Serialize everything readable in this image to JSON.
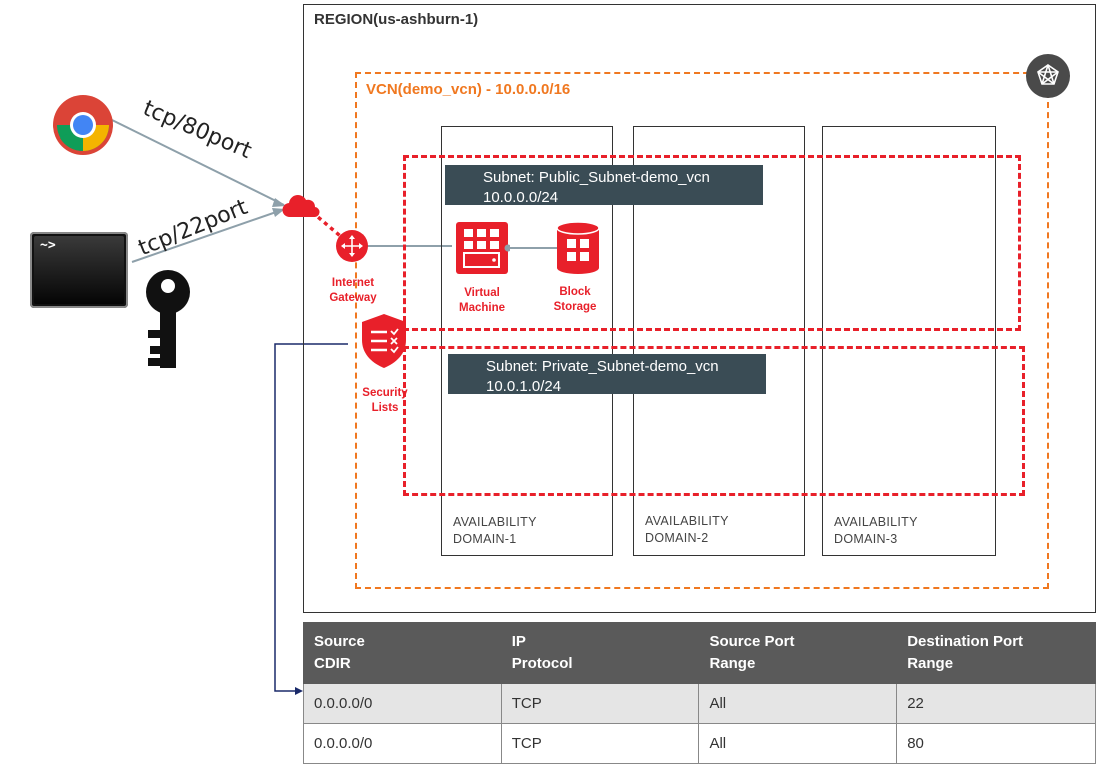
{
  "region": {
    "title": "REGION(us-ashburn-1)"
  },
  "vcn": {
    "title": "VCN(demo_vcn) - 10.0.0.0/16"
  },
  "availability_domains": [
    {
      "line1": "AVAILABILITY",
      "line2": "DOMAIN-1"
    },
    {
      "line1": "AVAILABILITY",
      "line2": "DOMAIN-2"
    },
    {
      "line1": "AVAILABILITY",
      "line2": "DOMAIN-3"
    }
  ],
  "subnets": {
    "public": {
      "name": "Subnet: Public_Subnet-demo_vcn",
      "cidr": "10.0.0.0/24"
    },
    "private": {
      "name": "Subnet: Private_Subnet-demo_vcn",
      "cidr": "10.0.1.0/24"
    }
  },
  "edges": {
    "http": "tcp/80port",
    "ssh": "tcp/22port"
  },
  "components": {
    "internet_gateway": {
      "line1": "Internet",
      "line2": "Gateway"
    },
    "virtual_machine": {
      "line1": "Virtual",
      "line2": "Machine"
    },
    "block_storage": {
      "line1": "Block",
      "line2": "Storage"
    },
    "security_lists": {
      "line1": "Security",
      "line2": "Lists"
    }
  },
  "icons": {
    "browser": "chrome-browser-icon",
    "terminal": "terminal-icon",
    "key": "key-icon",
    "cloud": "internet-cloud-icon",
    "vcn": "vcn-icon"
  },
  "colors": {
    "oracle_red": "#e8202a",
    "vcn_orange": "#f07820",
    "banner": "#3a4c55",
    "table_header": "#5a5a5a"
  },
  "security_table": {
    "headers": [
      {
        "line1": "Source",
        "line2": "CDIR"
      },
      {
        "line1": "IP",
        "line2": "Protocol"
      },
      {
        "line1": "Source Port",
        "line2": "Range"
      },
      {
        "line1": "Destination Port",
        "line2": "Range"
      }
    ],
    "rows": [
      [
        "0.0.0.0/0",
        "TCP",
        "All",
        "22"
      ],
      [
        "0.0.0.0/0",
        "TCP",
        "All",
        "80"
      ]
    ]
  }
}
